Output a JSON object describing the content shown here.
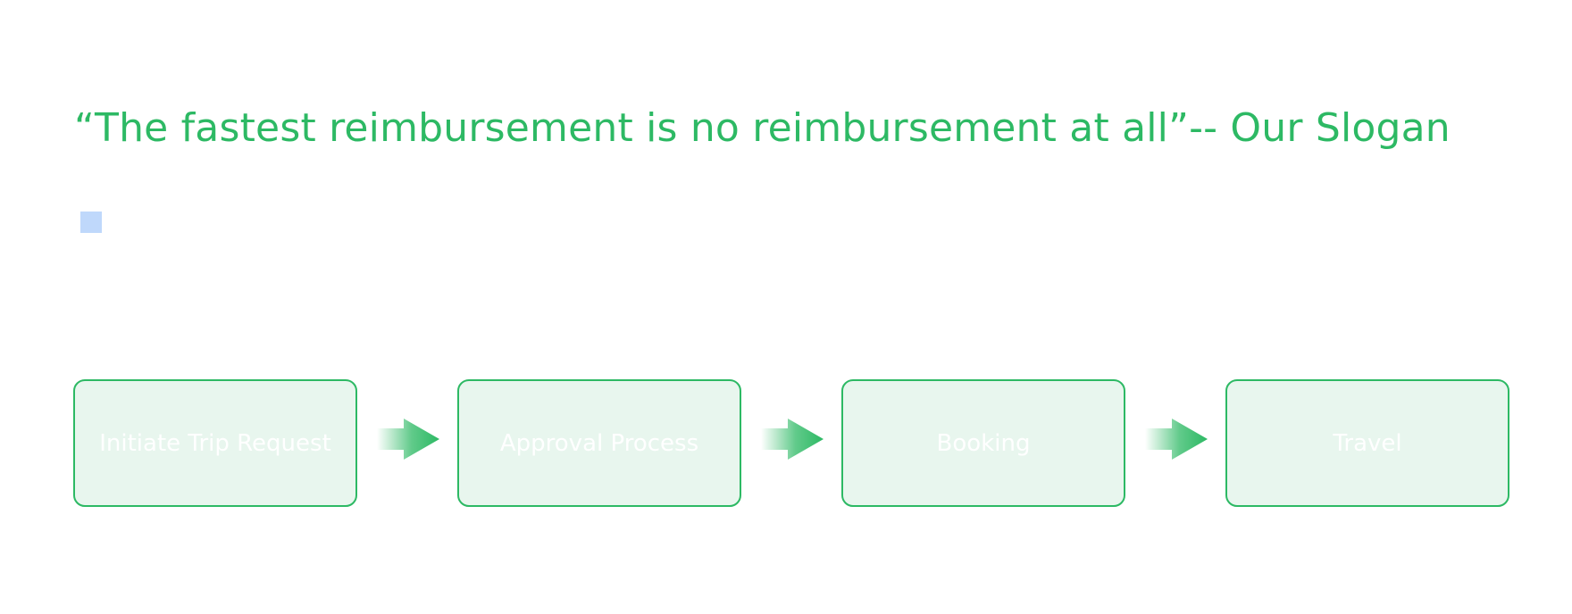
{
  "slogan": "“The fastest reimbursement is no reimbursement at all”-- Our Slogan",
  "colors": {
    "accent": "#2db964",
    "bullet": "#bfd8fb",
    "box_fill": "#e8f6ee",
    "box_border": "#2db964",
    "box_text": "#ffffff"
  },
  "flow": {
    "steps": [
      {
        "label": "Initiate Trip Request"
      },
      {
        "label": "Approval Process"
      },
      {
        "label": "Booking"
      },
      {
        "label": "Travel"
      }
    ]
  }
}
